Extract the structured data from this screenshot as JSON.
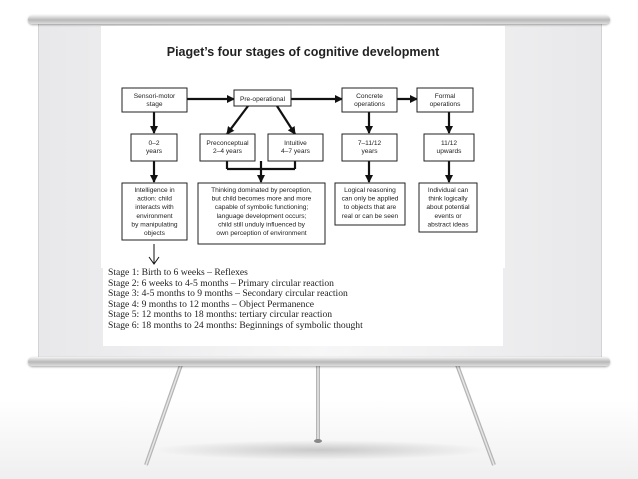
{
  "diagram": {
    "title": "Piaget’s four stages of cognitive development",
    "stages": [
      {
        "label": [
          "Sensori-motor",
          "stage"
        ],
        "age": [
          "0–2",
          "years"
        ],
        "description": [
          "Intelligence in",
          "action: child",
          "interacts with",
          "environment",
          "by manipulating",
          "objects"
        ]
      },
      {
        "label": [
          "Pre-operational"
        ]
      },
      {
        "label": [
          "Concrete",
          "operations"
        ],
        "age": [
          "7–11/12",
          "years"
        ],
        "description": [
          "Logical reasoning",
          "can only be applied",
          "to objects that are",
          "real or can be seen"
        ]
      },
      {
        "label": [
          "Formal",
          "operations"
        ],
        "age": [
          "11/12",
          "upwards"
        ],
        "description": [
          "Individual can",
          "think logically",
          "about potential",
          "events or",
          "abstract ideas"
        ]
      }
    ],
    "substages": [
      {
        "age": [
          "Preconceptual",
          "2–4 years"
        ]
      },
      {
        "age": [
          "Intuitive",
          "4–7 years"
        ]
      }
    ],
    "preop_description": [
      "Thinking dominated by perception,",
      "but child becomes more and more",
      "capable of symbolic functioning;",
      "language development occurs;",
      "child still unduly influenced by",
      "own perception of environment"
    ]
  },
  "notes": [
    "Stage 1: Birth to 6 weeks – Reflexes",
    "Stage 2: 6 weeks to 4-5 months – Primary circular reaction",
    "Stage 3: 4-5 months to 9 months – Secondary circular reaction",
    "Stage 4: 9 months to 12 months – Object Permanence",
    "Stage 5: 12 months to 18 months: tertiary circular reaction",
    "Stage 6: 18 months to 24 months: Beginnings of symbolic thought"
  ]
}
